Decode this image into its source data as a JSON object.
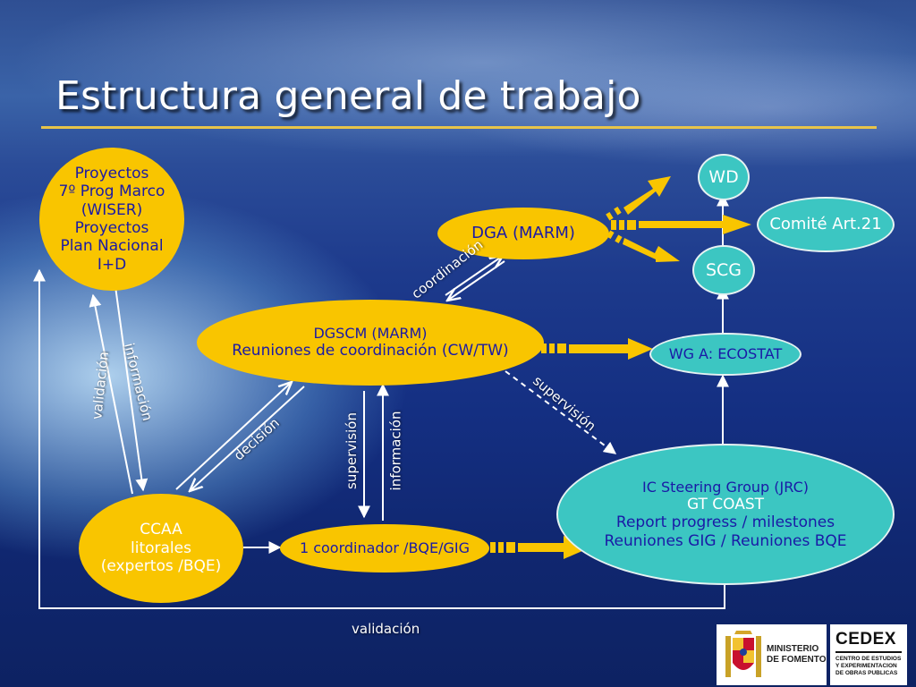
{
  "slide": {
    "title": "Estructura general de trabajo"
  },
  "nodes": {
    "proyectos": [
      "Proyectos",
      "7º Prog Marco",
      "(WISER)",
      "Proyectos",
      "Plan Nacional",
      "I+D"
    ],
    "wd": "WD",
    "dga": "DGA (MARM)",
    "comite": "Comité Art.21",
    "scg": "SCG",
    "dgscm": [
      "DGSCM (MARM)",
      "Reuniones de coordinación (CW/TW)"
    ],
    "wga": "WG A: ECOSTAT",
    "ic": [
      "IC Steering Group (JRC)",
      "GT COAST",
      "Report progress / milestones",
      "Reuniones GIG / Reuniones BQE"
    ],
    "ccaa": [
      "CCAA",
      "litorales",
      "(expertos /BQE)"
    ],
    "coordinador": "1 coordinador /BQE/GIG"
  },
  "labels": {
    "coordinacion": "coordinación",
    "validacion_left": "validación",
    "informacion_left": "información",
    "decision": "decisión",
    "supervision_mid": "supervisión",
    "informacion_mid": "información",
    "supervision_right": "supervisión",
    "validacion_bottom": "validación"
  },
  "logos": {
    "ministerio": [
      "MINISTERIO",
      "DE FOMENTO"
    ],
    "cedex": "CEDEX",
    "cedex_sub": [
      "CENTRO DE ESTUDIOS",
      "Y EXPERIMENTACION",
      "DE OBRAS PUBLICAS"
    ]
  },
  "colors": {
    "yellow_node": "#f9c500",
    "teal_node": "#3cc6c2",
    "node_text": "#1a1aa6",
    "arrow_yellow": "#f9c500",
    "arrow_white": "#ffffff",
    "title_rule": "#e7c44a"
  }
}
